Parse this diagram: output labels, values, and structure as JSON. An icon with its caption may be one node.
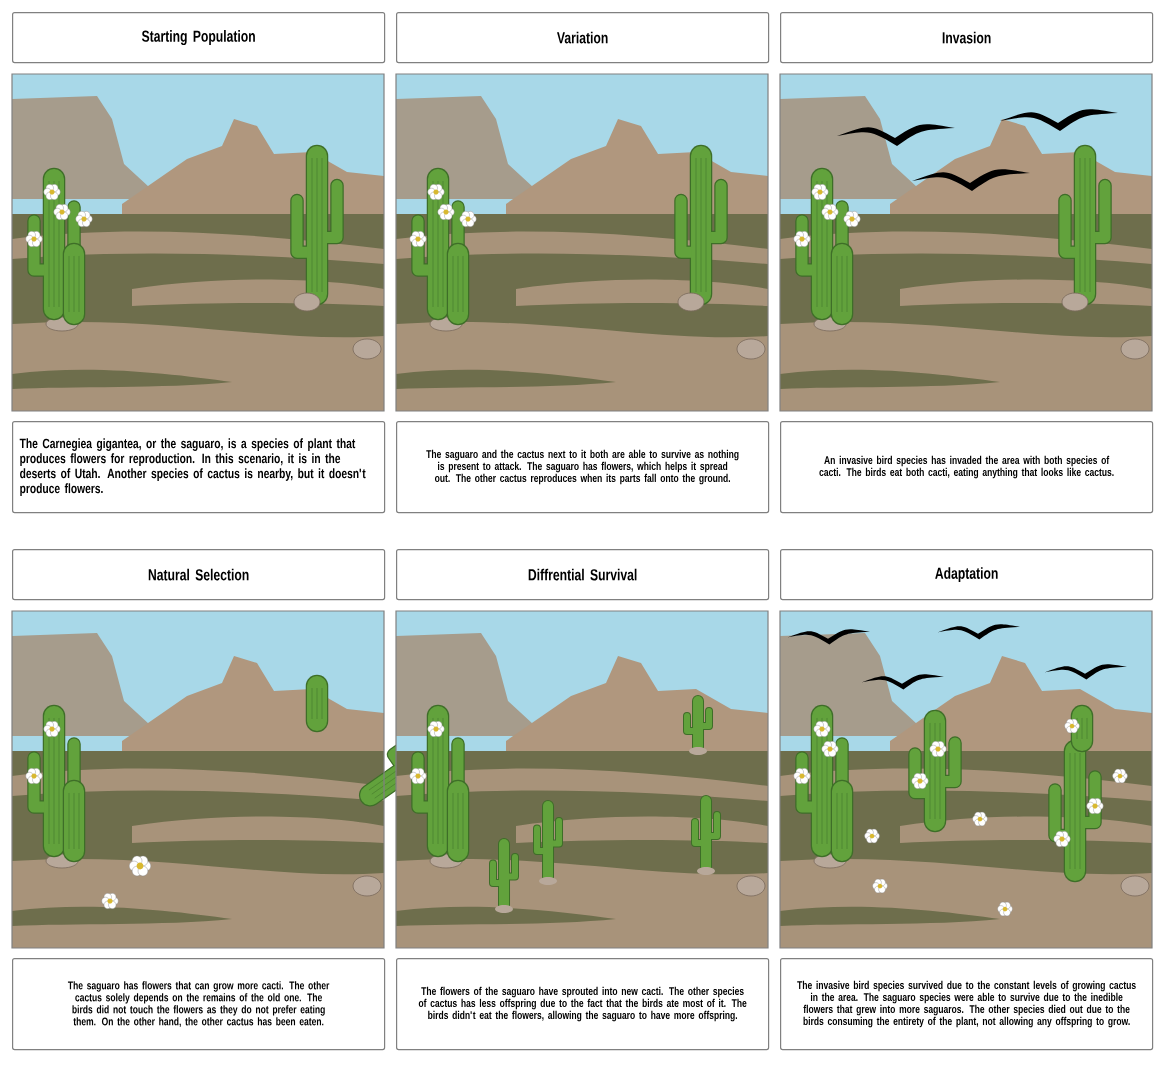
{
  "diagram": {
    "nodes": [
      {
        "text": [
          "Starting Population"
        ]
      },
      {
        "text": [
          "Variation"
        ]
      },
      {
        "text": [
          "Invasion"
        ]
      },
      {
        "text": [
          "The Carnegiea gigantea, or the saguaro, is a species of plant that produces flowers for reproduction. In this scenario, it is in the deserts of Utah. Another species of cactus is nearby, but it doesn't produce flowers."
        ]
      },
      {
        "text": [
          "The saguaro and the cactus next to it both are able to survive as nothing is present to attack. The saguaro has flowers, which helps it spread out. The other cactus reproduces when its parts fall onto the ground."
        ]
      },
      {
        "text": [
          "An invasive bird species has invaded the area with both species of cacti. The birds eat both cacti, eating anything that looks like cactus."
        ]
      },
      {
        "text": [
          "Natural Selection"
        ]
      },
      {
        "text": [
          "Diffrential Survival"
        ]
      },
      {
        "text": [
          "Adaptation"
        ]
      },
      {
        "text": [
          "The saguaro has flowers that can grow more cacti. The other cactus solely depends on the remains of the old one. The birds did not touch the flowers as they do not prefer eating them. On the other hand, the other cactus has been eaten."
        ]
      },
      {
        "text": [
          "The flowers of the saguaro have sprouted into new cacti. The other species of cactus has less offspring due to the fact that the birds ate most of it. The birds didn't eat the flowers, allowing the saguaro to have more offspring."
        ]
      },
      {
        "text": [
          "The invasive bird species survived due to the constant levels of growing cactus in the area. The saguaro species were able to survive due to the inedible flowers that grew into more saguaros. The other species died out due to the birds consuming the entirety of the plant, not allowing any offspring to grow."
        ]
      }
    ]
  }
}
